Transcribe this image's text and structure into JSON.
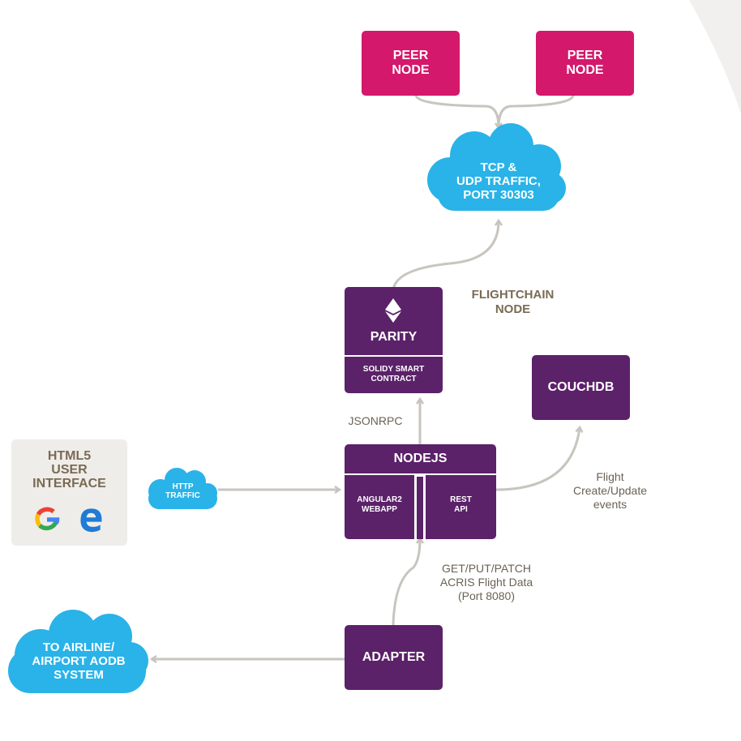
{
  "peer_nodes": [
    {
      "label_1": "PEER",
      "label_2": "NODE"
    },
    {
      "label_1": "PEER",
      "label_2": "NODE"
    }
  ],
  "network_cloud": {
    "line_1": "TCP &",
    "line_2": "UDP TRAFFIC,",
    "line_3": "PORT 30303"
  },
  "flightchain_label": {
    "line_1": "FLIGHTCHAIN",
    "line_2": "NODE"
  },
  "parity": {
    "title": "PARITY",
    "contract_line_1": "SOLIDY SMART",
    "contract_line_2": "CONTRACT",
    "icon": "ethereum-icon"
  },
  "couchdb": {
    "title": "COUCHDB"
  },
  "jsonrpc_label": "JSONRPC",
  "nodejs": {
    "title": "NODEJS",
    "webapp_line_1": "ANGULAR2",
    "webapp_line_2": "WEBAPP",
    "rest_line_1": "REST",
    "rest_line_2": "API"
  },
  "ui_panel": {
    "line_1": "HTML5",
    "line_2": "USER",
    "line_3": "INTERFACE",
    "icons": [
      "google-icon",
      "edge-icon"
    ]
  },
  "http_cloud": {
    "line_1": "HTTP",
    "line_2": "TRAFFIC"
  },
  "events_label": {
    "line_1": "Flight",
    "line_2": "Create/Update",
    "line_3": "events"
  },
  "adapter_label": {
    "line_1": "GET/PUT/PATCH",
    "line_2": "ACRIS Flight Data",
    "line_3": "(Port 8080)"
  },
  "adapter": {
    "title": "ADAPTER"
  },
  "aodb_cloud": {
    "line_1": "TO AIRLINE/",
    "line_2": "AIRPORT AODB",
    "line_3": "SYSTEM"
  },
  "colors": {
    "peer": "#d4186b",
    "node": "#5b2169",
    "cloud": "#29b3e8",
    "connector": "#c8c5bf",
    "panel": "#efede9",
    "label": "#6b6254"
  }
}
